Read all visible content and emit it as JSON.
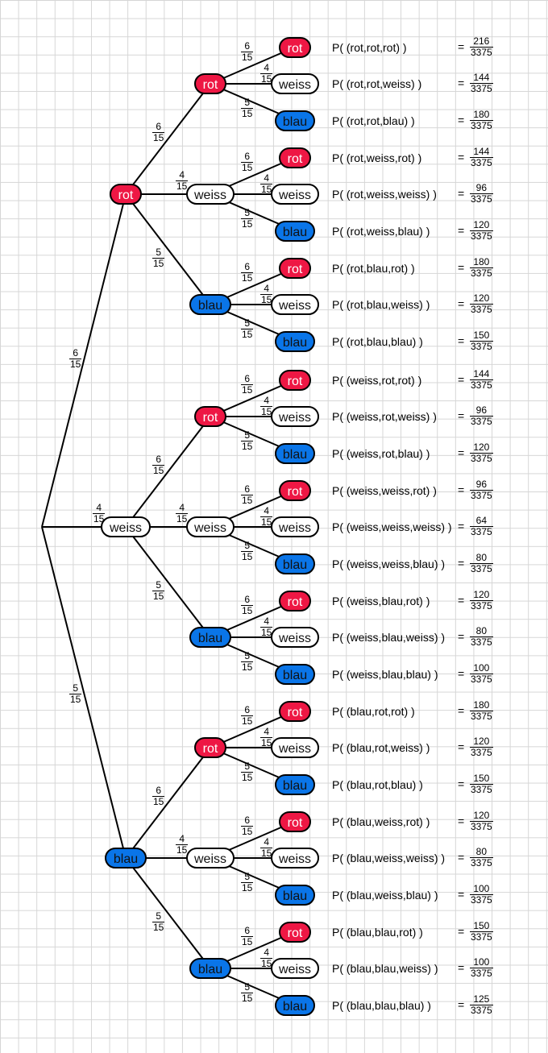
{
  "colors": {
    "rot": "#ee1744",
    "weiss": "#ffffff",
    "blau": "#0a75e8",
    "grid": "#d6d6d6"
  },
  "colors_names": [
    "rot",
    "weiss",
    "blau"
  ],
  "probabilities": {
    "numerators": [
      "6",
      "4",
      "5"
    ],
    "denominator": "15"
  },
  "equals": "=",
  "outcomes": [
    {
      "label": "P( (rot,rot,rot) )",
      "num": "216",
      "den": "3375"
    },
    {
      "label": "P( (rot,rot,weiss) )",
      "num": "144",
      "den": "3375"
    },
    {
      "label": "P( (rot,rot,blau) )",
      "num": "180",
      "den": "3375"
    },
    {
      "label": "P( (rot,weiss,rot) )",
      "num": "144",
      "den": "3375"
    },
    {
      "label": "P( (rot,weiss,weiss) )",
      "num": "96",
      "den": "3375"
    },
    {
      "label": "P( (rot,weiss,blau) )",
      "num": "120",
      "den": "3375"
    },
    {
      "label": "P( (rot,blau,rot) )",
      "num": "180",
      "den": "3375"
    },
    {
      "label": "P( (rot,blau,weiss) )",
      "num": "120",
      "den": "3375"
    },
    {
      "label": "P( (rot,blau,blau) )",
      "num": "150",
      "den": "3375"
    },
    {
      "label": "P( (weiss,rot,rot) )",
      "num": "144",
      "den": "3375"
    },
    {
      "label": "P( (weiss,rot,weiss) )",
      "num": "96",
      "den": "3375"
    },
    {
      "label": "P( (weiss,rot,blau) )",
      "num": "120",
      "den": "3375"
    },
    {
      "label": "P( (weiss,weiss,rot) )",
      "num": "96",
      "den": "3375"
    },
    {
      "label": "P( (weiss,weiss,weiss) )",
      "num": "64",
      "den": "3375"
    },
    {
      "label": "P( (weiss,weiss,blau) )",
      "num": "80",
      "den": "3375"
    },
    {
      "label": "P( (weiss,blau,rot) )",
      "num": "120",
      "den": "3375"
    },
    {
      "label": "P( (weiss,blau,weiss) )",
      "num": "80",
      "den": "3375"
    },
    {
      "label": "P( (weiss,blau,blau) )",
      "num": "100",
      "den": "3375"
    },
    {
      "label": "P( (blau,rot,rot) )",
      "num": "180",
      "den": "3375"
    },
    {
      "label": "P( (blau,rot,weiss) )",
      "num": "120",
      "den": "3375"
    },
    {
      "label": "P( (blau,rot,blau) )",
      "num": "150",
      "den": "3375"
    },
    {
      "label": "P( (blau,weiss,rot) )",
      "num": "120",
      "den": "3375"
    },
    {
      "label": "P( (blau,weiss,weiss) )",
      "num": "80",
      "den": "3375"
    },
    {
      "label": "P( (blau,weiss,blau) )",
      "num": "100",
      "den": "3375"
    },
    {
      "label": "P( (blau,blau,rot) )",
      "num": "150",
      "den": "3375"
    },
    {
      "label": "P( (blau,blau,weiss) )",
      "num": "100",
      "den": "3375"
    },
    {
      "label": "P( (blau,blau,blau) )",
      "num": "125",
      "den": "3375"
    }
  ]
}
